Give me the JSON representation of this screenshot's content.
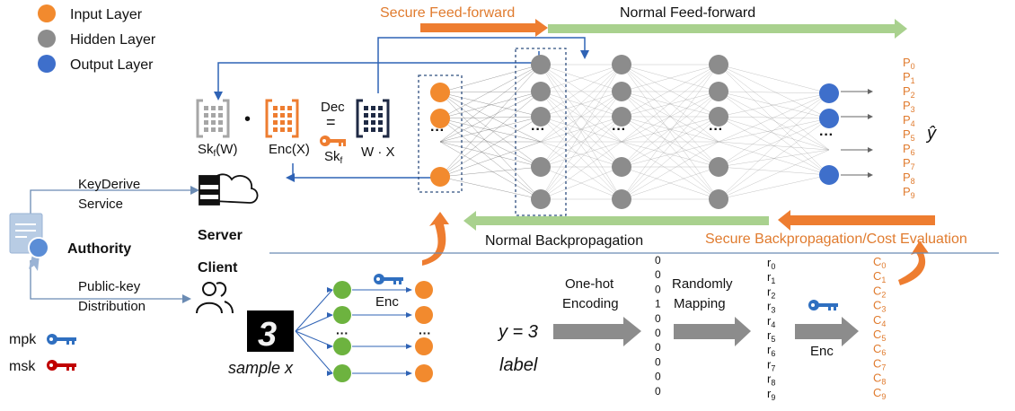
{
  "legend": {
    "input_layer": "Input Layer",
    "hidden_layer": "Hidden Layer",
    "output_layer": "Output Layer"
  },
  "arrows": {
    "secure_feed_forward": "Secure Feed-forward",
    "normal_feed_forward": "Normal Feed-forward",
    "normal_backpropagation": "Normal Backpropagation",
    "secure_backprop": "Secure Backpropagation/Cost Evaluation"
  },
  "server_ops": {
    "skw": "Sk",
    "skw_sub": "f",
    "skw_tail": "(W)",
    "dot": "•",
    "encx": "Enc(X)",
    "dec": "Dec",
    "equals": "=",
    "skf": "Sk",
    "skf_sub": "f",
    "wx": "W · X"
  },
  "authority": {
    "key_derive_1": "KeyDerive",
    "key_derive_2": "Service",
    "label": "Authority",
    "pk_dist_1": "Public-key",
    "pk_dist_2": "Distribution",
    "mpk": "mpk",
    "msk": "msk"
  },
  "server_label": "Server",
  "client_label": "Client",
  "client": {
    "digit": "3",
    "sample": "sample x",
    "enc": "Enc",
    "dots": "···"
  },
  "label_area": {
    "y_eq": "y = 3",
    "label": "label",
    "one_hot_1": "One-hot",
    "one_hot_2": "Encoding",
    "random_1": "Randomly",
    "random_2": "Mapping",
    "enc": "Enc"
  },
  "onehot_values": [
    "0",
    "0",
    "0",
    "1",
    "0",
    "0",
    "0",
    "0",
    "0",
    "0"
  ],
  "r_labels": [
    "r",
    "r",
    "r",
    "r",
    "r",
    "r",
    "r",
    "r",
    "r",
    "r"
  ],
  "r_subs": [
    "0",
    "1",
    "2",
    "3",
    "4",
    "5",
    "6",
    "7",
    "8",
    "9"
  ],
  "p_labels": [
    "P",
    "P",
    "P",
    "P",
    "P",
    "P",
    "P",
    "P",
    "P",
    "P"
  ],
  "p_subs": [
    "0",
    "1",
    "2",
    "3",
    "4",
    "5",
    "6",
    "7",
    "8",
    "9"
  ],
  "c_labels": [
    "C",
    "C",
    "C",
    "C",
    "C",
    "C",
    "C",
    "C",
    "C",
    "C"
  ],
  "c_subs": [
    "0",
    "1",
    "2",
    "3",
    "4",
    "5",
    "6",
    "7",
    "8",
    "9"
  ],
  "y_hat": "ŷ",
  "network_dots": "···",
  "colors": {
    "input": "#f28a2e",
    "hidden": "#8c8c8c",
    "output": "#3e6fcb",
    "client_node": "#6db33f",
    "orange_arrow": "#ee7d30",
    "green_arrow": "#a9d18e",
    "gray_arrow": "#8c8c8c",
    "blue_line": "#2f63b5",
    "key_blue": "#2f6fc0",
    "key_red": "#c00000",
    "key_orange": "#ee7d30",
    "bracket_gray": "#a6a6a6",
    "bracket_orange": "#ee7d30",
    "bracket_dark": "#1f2a44",
    "text_orange": "#e07b2e"
  }
}
